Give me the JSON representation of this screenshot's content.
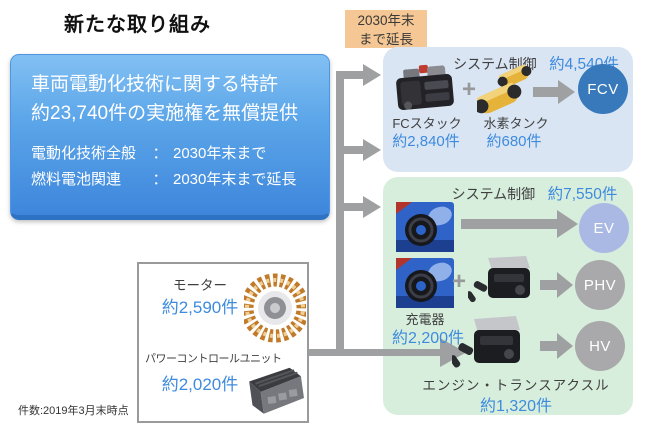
{
  "title": "新たな取り組み",
  "footnote": "件数:2019年3月末時点",
  "callout": {
    "line1": "2030年末",
    "line2": "まで延長"
  },
  "main_box": {
    "line1": "車両電動化技術に関する特許",
    "line2": "約23,740件の実施権を無償提供",
    "rows": [
      {
        "label": "電動化技術全般",
        "sep": "：",
        "value": "2030年末まで"
      },
      {
        "label": "燃料電池関連",
        "sep": "：",
        "value": "2030年末まで延長"
      }
    ]
  },
  "fcv_panel": {
    "header_label": "システム制御",
    "header_count": "約4,540件",
    "plus": "+",
    "items": [
      {
        "label": "FCスタック",
        "count": "約2,840件"
      },
      {
        "label": "水素タンク",
        "count": "約680件"
      }
    ],
    "target": "FCV"
  },
  "ev_panel": {
    "header_label": "システム制御",
    "header_count": "約7,550件",
    "plus": "+",
    "charger": {
      "label": "充電器",
      "count": "約2,200件"
    },
    "engine": {
      "label": "エンジン・トランスアクスル",
      "count": "約1,320件"
    },
    "targets": [
      "EV",
      "PHV",
      "HV"
    ]
  },
  "component_box": {
    "motor": {
      "label": "モーター",
      "count": "約2,590件"
    },
    "pcu": {
      "label": "パワーコントロールユニット",
      "count": "約2,020件"
    }
  },
  "colors": {
    "main_box_top": "#82c0f3",
    "main_box_bottom": "#3e86dc",
    "callout_bg": "#f5c794",
    "fcv_panel_bg": "#dae5f4",
    "ev_panel_bg": "#d7eedd",
    "fcv_circle": "#3779ba",
    "ev_circle": "#a9b9e4",
    "phv_circle": "#a9a9ab",
    "hv_circle": "#a9a9ab",
    "count_text": "#3e8bde",
    "arrow": "#9fa0a2"
  }
}
